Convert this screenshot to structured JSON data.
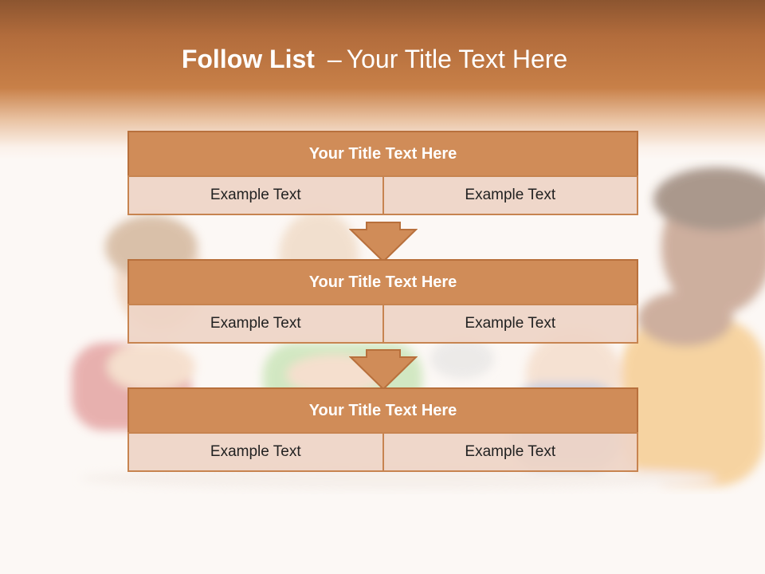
{
  "slide": {
    "title_bold": "Follow List",
    "title_separator": "–",
    "title_rest": "Your Title Text Here"
  },
  "blocks": [
    {
      "title": "Your Title Text Here",
      "left": "Example Text",
      "right": "Example Text"
    },
    {
      "title": "Your Title Text Here",
      "left": "Example Text",
      "right": "Example Text"
    },
    {
      "title": "Your Title Text Here",
      "left": "Example Text",
      "right": "Example Text"
    }
  ],
  "colors": {
    "accent": "#c88048",
    "title_fill": "#d08c58",
    "cell_fill": "#eed4c6",
    "border": "#b8703c"
  },
  "background_image": "children-lying-on-floor-photo"
}
